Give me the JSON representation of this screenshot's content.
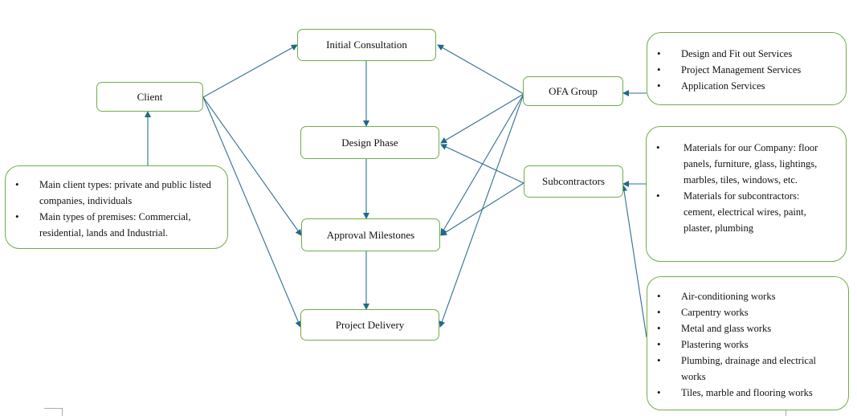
{
  "diagram": {
    "nodes": {
      "client": "Client",
      "initial_consultation": "Initial Consultation",
      "design_phase": "Design Phase",
      "approval_milestones": "Approval Milestones",
      "project_delivery": "Project Delivery",
      "ofa_group": "OFA Group",
      "subcontractors": "Subcontractors"
    },
    "notes": {
      "client_info": [
        "Main client types: private and public listed companies, individuals",
        "Main types of premises: Commercial, residential, lands and Industrial."
      ],
      "ofa_services": [
        "Design and Fit out Services",
        "Project Management Services",
        "Application Services"
      ],
      "materials": [
        "Materials for our Company: floor panels, furniture, glass, lightings, marbles, tiles, windows, etc.",
        "Materials for subcontractors: cement, electrical wires, paint, plaster, plumbing"
      ],
      "works": [
        "Air-conditioning works",
        "Carpentry works",
        "Metal and glass works",
        "Plastering works",
        "Plumbing, drainage and electrical works",
        "Tiles, marble and flooring works"
      ]
    },
    "edges": [
      {
        "from": "client",
        "to": "initial_consultation"
      },
      {
        "from": "client",
        "to": "approval_milestones"
      },
      {
        "from": "client",
        "to": "project_delivery"
      },
      {
        "from": "client_info",
        "to": "client"
      },
      {
        "from": "initial_consultation",
        "to": "design_phase"
      },
      {
        "from": "design_phase",
        "to": "approval_milestones"
      },
      {
        "from": "approval_milestones",
        "to": "project_delivery"
      },
      {
        "from": "ofa_group",
        "to": "initial_consultation"
      },
      {
        "from": "ofa_group",
        "to": "design_phase"
      },
      {
        "from": "ofa_group",
        "to": "approval_milestones"
      },
      {
        "from": "ofa_group",
        "to": "project_delivery"
      },
      {
        "from": "subcontractors",
        "to": "design_phase"
      },
      {
        "from": "subcontractors",
        "to": "approval_milestones"
      },
      {
        "from": "ofa_services",
        "to": "ofa_group"
      },
      {
        "from": "materials",
        "to": "subcontractors"
      },
      {
        "from": "works",
        "to": "subcontractors"
      }
    ],
    "colors": {
      "box_border": "#70ad47",
      "arrow": "#1f6a8a"
    }
  }
}
